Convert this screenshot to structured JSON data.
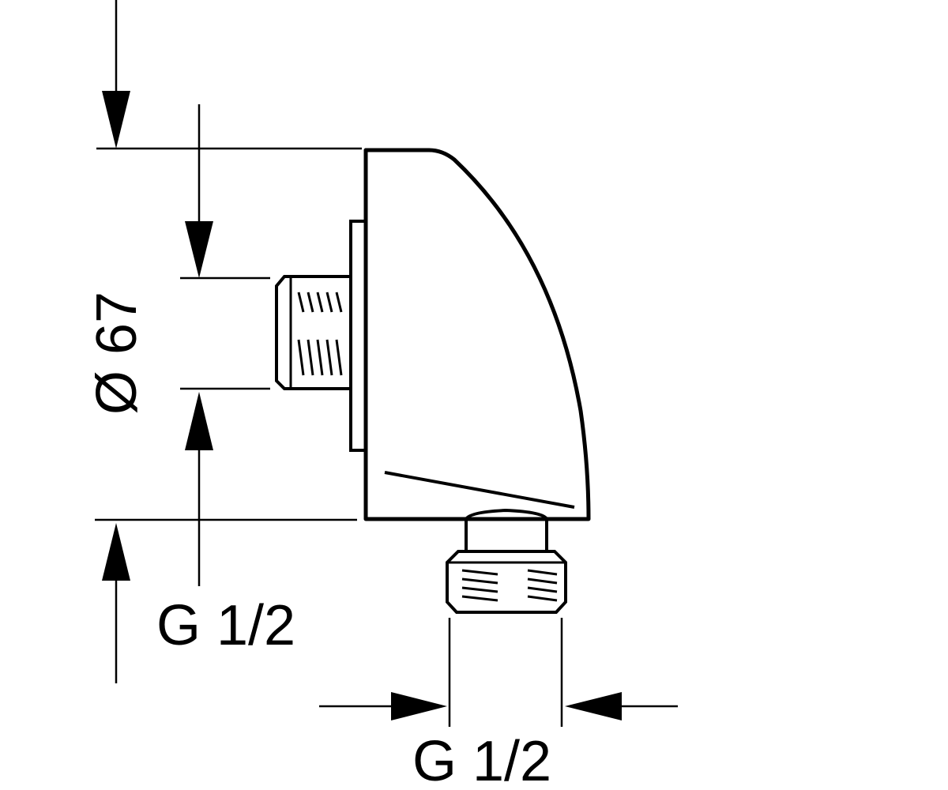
{
  "drawing": {
    "diameter_label": "Ø 67",
    "wall_thread_label": "G 1/2",
    "outlet_thread_label": "G 1/2"
  },
  "colors": {
    "line": "#000000",
    "background": "#ffffff"
  }
}
